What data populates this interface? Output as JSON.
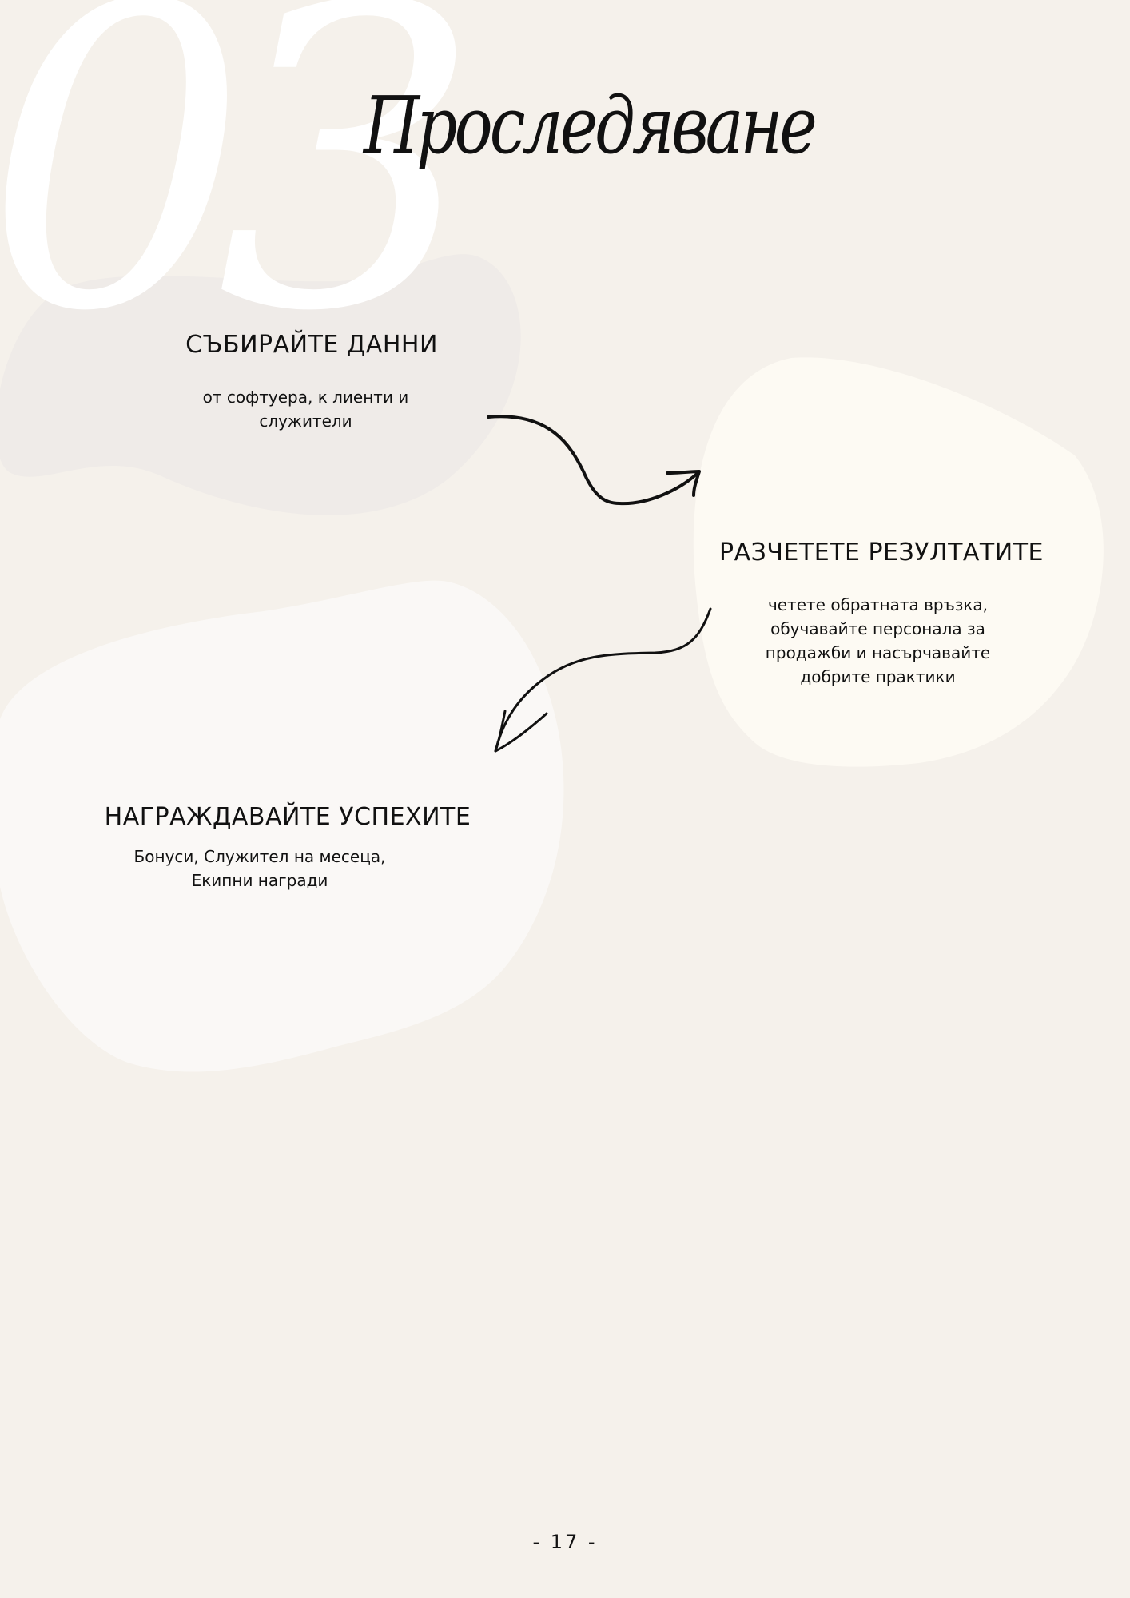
{
  "section_number": "03",
  "title": "Проследяване",
  "steps": [
    {
      "heading": "СЪБИРАЙТЕ ДАННИ",
      "text": "от софтуера, к лиенти и служители"
    },
    {
      "heading": "РАЗЧЕТЕТЕ РЕЗУЛТАТИТЕ",
      "text": "четете обратната връзка, обучавайте персонала за продажби и насърчавайте добрите практики"
    },
    {
      "heading": "НАГРАЖДАВАЙТЕ УСПЕХИТЕ",
      "text": "Бонуси, Служител на месеца, Екипни награди"
    }
  ],
  "page_number": "- 17 -",
  "colors": {
    "background": "#f5f1eb",
    "blob_grey": "#efebe8",
    "blob_cream": "#fdfaf3",
    "blob_white": "#faf8f6",
    "ink": "#111111"
  }
}
